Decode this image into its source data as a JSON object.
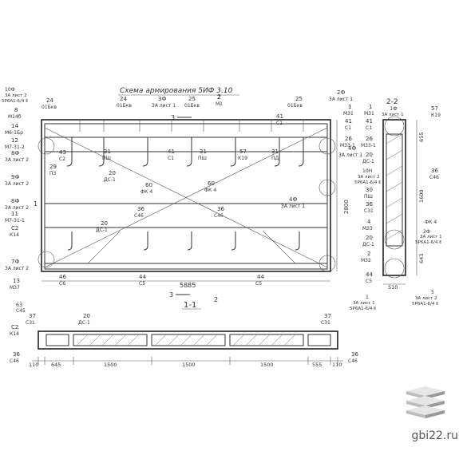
{
  "title": "Схема армирования 5ИФ 3.10",
  "section_1_label": "1-1",
  "section_2_label": "2-2",
  "cut_marks": {
    "cut_3": "3",
    "cut_2": "2",
    "cut_1": "1"
  },
  "main_view": {
    "top_callouts": [
      {
        "num": "24",
        "code": "01Бкв"
      },
      {
        "num": "24",
        "code": "01Бкв"
      },
      {
        "num": "3Ф",
        "code": "3А лист 1"
      },
      {
        "num": "25",
        "code": "01Бкв"
      },
      {
        "num": "2",
        "code": "М1"
      },
      {
        "num": "25",
        "code": "01Бкв"
      },
      {
        "num": "2Ф",
        "code": "3А лист 1"
      }
    ],
    "left_callouts": [
      {
        "num": "10Ф",
        "code": "3А лист 2",
        "extra": "5Р6А1-6/4 Ⅱ"
      },
      {
        "num": "8",
        "code": "М14б"
      },
      {
        "num": "14",
        "code": "М6-1Бр"
      },
      {
        "num": "12",
        "code": "М7-31-2"
      },
      {
        "num": "8Ф",
        "code": "3А лист 2"
      },
      {
        "num": "9Ф",
        "code": "3А лист 2"
      },
      {
        "num": "8Ф",
        "code": "3А лист 2"
      },
      {
        "num": "11",
        "code": "М7-31-1"
      },
      {
        "num": "C2",
        "code": "К14"
      },
      {
        "num": "7Ф",
        "code": "3А лист 2"
      },
      {
        "num": "13",
        "code": "М37"
      }
    ],
    "inner_labels": [
      {
        "num": "43",
        "code": "С2"
      },
      {
        "num": "29",
        "code": "П3"
      },
      {
        "num": "31",
        "code": "ПШ"
      },
      {
        "num": "41",
        "code": "С1"
      },
      {
        "num": "31",
        "code": "ПШ"
      },
      {
        "num": "57",
        "code": "К19"
      },
      {
        "num": "31",
        "code": "ПД"
      },
      {
        "num": "41",
        "code": "С1"
      },
      {
        "num": "20",
        "code": "ДС-1"
      },
      {
        "num": "60",
        "code": "ФК 4"
      },
      {
        "num": "60",
        "code": "ФК 4"
      },
      {
        "num": "4Ф",
        "code": "3А лист 1"
      },
      {
        "num": "20",
        "code": "ДС-1"
      },
      {
        "num": "36",
        "code": "С46"
      },
      {
        "num": "36",
        "code": "С46"
      },
      {
        "num": "46",
        "code": "С6"
      },
      {
        "num": "44",
        "code": "С5"
      },
      {
        "num": "44",
        "code": "С5"
      }
    ],
    "right_side": [
      {
        "num": "1",
        "code": "М31"
      },
      {
        "num": "41",
        "code": "С1"
      },
      {
        "num": "4Ф",
        "code": "3А лист 1"
      },
      {
        "num": "26",
        "code": "М33-1"
      },
      {
        "num": "2800",
        "code": ""
      }
    ],
    "bottom_dimension": "5885"
  },
  "section_2_2": {
    "labels": [
      {
        "num": "1Ф",
        "code": "3А лист 1"
      },
      {
        "num": "57",
        "code": "К19"
      },
      {
        "num": "1",
        "code": "М31"
      },
      {
        "num": "41",
        "code": "С1"
      },
      {
        "num": "26",
        "code": "М33-1"
      },
      {
        "num": "20",
        "code": "ДС-1"
      },
      {
        "num": "10Н",
        "code": "3А лист 2"
      },
      {
        "num": "",
        "code": "5Р6А1-6/4 Ⅱ"
      },
      {
        "num": "30",
        "code": "ПШ"
      },
      {
        "num": "36",
        "code": "С31"
      },
      {
        "num": "4",
        "code": "М33"
      },
      {
        "num": "20",
        "code": "ДС-1"
      },
      {
        "num": "2",
        "code": "М32"
      },
      {
        "num": "44",
        "code": "С5"
      },
      {
        "num": "2Ф",
        "code": "3А лист 1"
      },
      {
        "num": "",
        "code": "5Р6А1-6/4 Ⅱ"
      },
      {
        "num": "1",
        "code": "3А лист 1"
      },
      {
        "num": "",
        "code": "5Р6А1-6/4 Ⅱ"
      },
      {
        "num": "5",
        "code": "3А лист 2"
      },
      {
        "num": "",
        "code": "5Р6А1-6/4 Ⅱ"
      },
      {
        "num": "36",
        "code": "С46"
      },
      {
        "num": "",
        "code": "ФК 4"
      }
    ],
    "dims": [
      "655",
      "1600",
      "643",
      "510"
    ]
  },
  "section_1_1": {
    "labels": [
      {
        "num": "63",
        "code": "С45"
      },
      {
        "num": "37",
        "code": "С31"
      },
      {
        "num": "20",
        "code": "ДС-1"
      },
      {
        "num": "37",
        "code": "С31"
      },
      {
        "num": "C2",
        "code": "К14"
      },
      {
        "num": "36",
        "code": "С46"
      },
      {
        "num": "36",
        "code": "С46"
      }
    ],
    "dims": [
      "110",
      "645",
      "1500",
      "1500",
      "1500",
      "555",
      "110"
    ]
  },
  "watermark": "gbi22.ru",
  "colors": {
    "ink": "#333333",
    "background": "#ffffff",
    "logo_top": "#e6e6e6",
    "logo_side": "#9a9a9a"
  }
}
